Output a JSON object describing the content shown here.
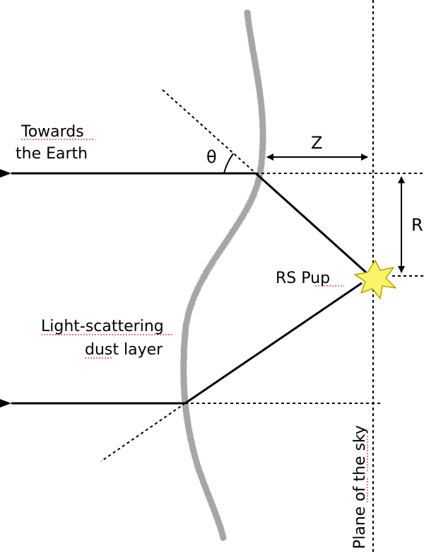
{
  "labels": {
    "towards_line1": "Towards",
    "towards_line2": "the Earth",
    "theta": "θ",
    "z": "Z",
    "r": "R",
    "star": "RS Pup",
    "dust_line1": "Light-scattering",
    "dust_line2": "dust layer",
    "plane": "Plane of the sky"
  },
  "colors": {
    "dust_layer": "#a6a6a6",
    "star_fill": "#fdf36a",
    "star_stroke": "#b5a400",
    "lines": "#000000"
  }
}
